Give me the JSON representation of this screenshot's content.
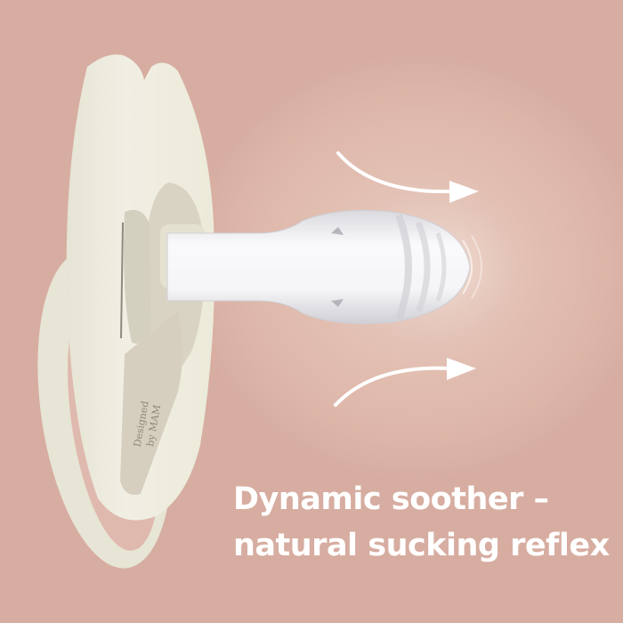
{
  "image": {
    "subject": "pacifier-product-illustration",
    "background_color": "#dfb9ad",
    "shield_color": "#efeee1",
    "shield_shadow_color": "#d9d6c4",
    "label_plate_color": "#d6cfc0",
    "nipple_color": "#f4f4f6",
    "arrow_color": "#ffffff"
  },
  "headline": {
    "line1": "Dynamic soother –",
    "line2": "natural sucking reflex"
  },
  "embossed_label": {
    "line1": "Designed",
    "line2": "by MAM"
  },
  "arrows": [
    {
      "name": "upper-arrow",
      "direction": "right"
    },
    {
      "name": "lower-arrow",
      "direction": "right"
    }
  ]
}
